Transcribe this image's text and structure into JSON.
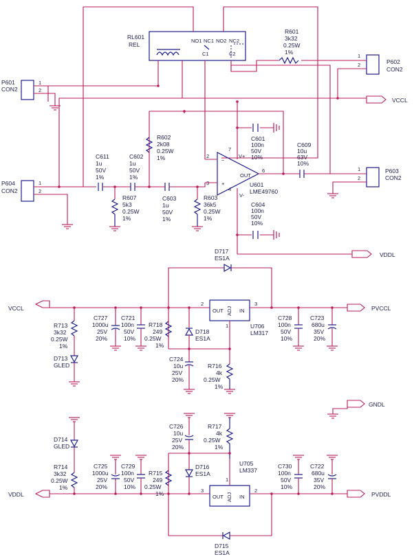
{
  "rl601": {
    "ref": "RL601",
    "val": "REL",
    "pins": {
      "no1": "NO1",
      "nc1": "NC1",
      "no2": "NO2",
      "nc2": "NC2",
      "c1": "C1",
      "c2": "C2"
    }
  },
  "r601": {
    "ref": "R601",
    "l1": "3k32",
    "l2": "0.25W",
    "l3": "1%"
  },
  "p601": {
    "ref": "P601",
    "val": "CON2",
    "p1": "1",
    "p2": "2"
  },
  "p602": {
    "ref": "P602",
    "val": "CON2",
    "p1": "1",
    "p2": "2"
  },
  "p603": {
    "ref": "P603",
    "val": "CON2",
    "p1": "1",
    "p2": "2"
  },
  "p604": {
    "ref": "P604",
    "val": "CON2",
    "p1": "1",
    "p2": "2"
  },
  "vccl_top": "VCCL",
  "vddl_top": "VDDL",
  "r602": {
    "ref": "R602",
    "l1": "2k08",
    "l2": "0.25W",
    "l3": "1%"
  },
  "c611": {
    "ref": "C611",
    "l1": "1u",
    "l2": "50V",
    "l3": "1%"
  },
  "c602": {
    "ref": "C602",
    "l1": "1u",
    "l2": "50V",
    "l3": "1%"
  },
  "c603": {
    "ref": "C603",
    "l1": "1u",
    "l2": "50V",
    "l3": "1%"
  },
  "r607": {
    "ref": "R607",
    "l1": "5k3",
    "l2": "0.25W",
    "l3": "1%"
  },
  "r603": {
    "ref": "R603",
    "l1": "36k5",
    "l2": "0.25W",
    "l3": "1%"
  },
  "c601": {
    "ref": "C601",
    "l1": "100n",
    "l2": "50V",
    "l3": "10%"
  },
  "c604": {
    "ref": "C604",
    "l1": "100n",
    "l2": "50V",
    "l3": "10%"
  },
  "c609": {
    "ref": "C609",
    "l1": "10u",
    "l2": "63V",
    "l3": "10%"
  },
  "u601": {
    "ref": "U601",
    "val": "LME49760",
    "vp": "V+",
    "vm": "V-",
    "out": "OUT",
    "p2": "2",
    "p3": "3",
    "p4": "4",
    "p6": "6",
    "p7": "7"
  },
  "d717": {
    "ref": "D717",
    "val": "ES1A"
  },
  "d718": {
    "ref": "D718",
    "val": "ES1A"
  },
  "d715": {
    "ref": "D715",
    "val": "ES1A"
  },
  "d716": {
    "ref": "D716",
    "val": "ES1A"
  },
  "d713": {
    "ref": "D713",
    "val": "GLED"
  },
  "d714": {
    "ref": "D714",
    "val": "GLED"
  },
  "u706": {
    "ref": "U706",
    "val": "LM317",
    "out": "OUT",
    "adj": "ADJ",
    "in": "IN",
    "p1": "1",
    "p2": "2",
    "p3": "3"
  },
  "u705": {
    "ref": "U705",
    "val": "LM337",
    "out": "OUT",
    "adj": "ADJ",
    "in": "IN",
    "p1": "1",
    "p2": "2",
    "p3": "3"
  },
  "r713": {
    "ref": "R713",
    "l1": "3k32",
    "l2": "0.25W",
    "l3": "1%"
  },
  "r714": {
    "ref": "R714",
    "l1": "3k32",
    "l2": "0.25W",
    "l3": "1%"
  },
  "c727": {
    "ref": "C727",
    "l1": "1000u",
    "l2": "25V",
    "l3": "20%"
  },
  "c725": {
    "ref": "C725",
    "l1": "1000u",
    "l2": "25V",
    "l3": "20%"
  },
  "c721": {
    "ref": "C721",
    "l1": "100n",
    "l2": "50V",
    "l3": "10%"
  },
  "c729": {
    "ref": "C729",
    "l1": "100n",
    "l2": "50V",
    "l3": "10%"
  },
  "r718": {
    "ref": "R718",
    "l1": "249",
    "l2": "0.25W",
    "l3": "1%"
  },
  "r715": {
    "ref": "R715",
    "l1": "249",
    "l2": "0.25W",
    "l3": "1%"
  },
  "c724": {
    "ref": "C724",
    "l1": "10u",
    "l2": "25V",
    "l3": "20%"
  },
  "c726": {
    "ref": "C726",
    "l1": "10u",
    "l2": "25V",
    "l3": "20%"
  },
  "r716": {
    "ref": "R716",
    "l1": "4k",
    "l2": "0.25W",
    "l3": "1%"
  },
  "r717": {
    "ref": "R717",
    "l1": "4k",
    "l2": "0.25W",
    "l3": "1%"
  },
  "c728": {
    "ref": "C728",
    "l1": "100n",
    "l2": "50V",
    "l3": "10%"
  },
  "c730": {
    "ref": "C730",
    "l1": "100n",
    "l2": "50V",
    "l3": "10%"
  },
  "c723": {
    "ref": "C723",
    "l1": "680u",
    "l2": "35V",
    "l3": "20%"
  },
  "c722": {
    "ref": "C722",
    "l1": "680u",
    "l2": "35V",
    "l3": "20%"
  },
  "net": {
    "vccl": "VCCL",
    "vddl": "VDDL",
    "pvccl": "PVCCL",
    "pvddl": "PVDDL",
    "gndl": "GNDL"
  }
}
